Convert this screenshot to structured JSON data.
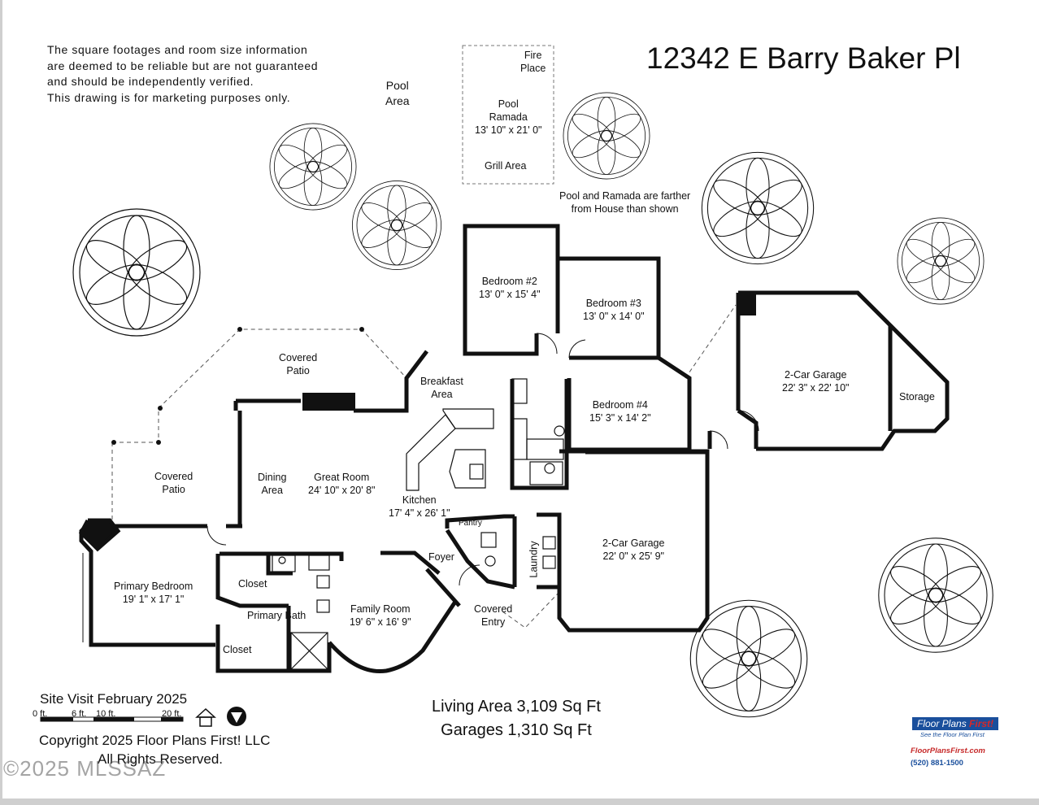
{
  "address": "12342 E Barry Baker Pl",
  "disclaimer": [
    "The square footages and room size information",
    "are deemed to be reliable but are not guaranteed",
    "and should be independently verified.",
    "This drawing is for marketing purposes only."
  ],
  "rooms": {
    "pool_area": [
      "Pool",
      "Area"
    ],
    "fire_place": [
      "Fire",
      "Place"
    ],
    "pool_ramada": [
      "Pool",
      "Ramada",
      "13' 10\" x 21' 0\""
    ],
    "grill_area": "Grill Area",
    "pool_note": [
      "Pool and Ramada are farther",
      "from House than shown"
    ],
    "bedroom2": [
      "Bedroom #2",
      "13' 0\" x 15' 4\""
    ],
    "bedroom3": [
      "Bedroom #3",
      "13' 0\" x 14' 0\""
    ],
    "bedroom4": [
      "Bedroom #4",
      "15' 3\" x 14' 2\""
    ],
    "garage_top": [
      "2-Car Garage",
      "22' 3\" x 22' 10\""
    ],
    "storage": "Storage",
    "covered_patio_top": [
      "Covered",
      "Patio"
    ],
    "breakfast": [
      "Breakfast",
      "Area"
    ],
    "covered_patio_left": [
      "Covered",
      "Patio"
    ],
    "dining": [
      "Dining",
      "Area"
    ],
    "great_room": [
      "Great Room",
      "24' 10\" x 20' 8\""
    ],
    "kitchen": [
      "Kitchen",
      "17' 4\" x 26' 1\""
    ],
    "pantry": "Pantry",
    "garage_main": [
      "2-Car Garage",
      "22' 0\" x 25' 9\""
    ],
    "primary_bedroom": [
      "Primary Bedroom",
      "19' 1\" x 17' 1\""
    ],
    "closet1": "Closet",
    "primary_bath": "Primary Bath",
    "closet2": "Closet",
    "foyer": "Foyer",
    "laundry": "Laundry",
    "family_room": [
      "Family Room",
      "19' 6\" x 16' 9\""
    ],
    "covered_entry": [
      "Covered",
      "Entry"
    ]
  },
  "stats": [
    "Living Area 3,109 Sq Ft",
    "Garages 1,310 Sq Ft"
  ],
  "site_visit": "Site Visit February 2025",
  "scale_labels": [
    "0 ft.",
    "6 ft.",
    "10 ft.",
    "20 ft."
  ],
  "copyright": [
    "Copyright 2025 Floor Plans First! LLC",
    "All Rights Reserved."
  ],
  "watermark": "©2025 MLSSAZ",
  "logo": {
    "name_a": "Floor Plans ",
    "name_b": "First!",
    "tagline": "See the Floor Plan First",
    "url": "FloorPlansFirst.com",
    "phone": "(520) 881-1500"
  },
  "colors": {
    "wall": "#111111",
    "logo_blue": "#1a4f9c",
    "logo_red": "#c62828"
  }
}
